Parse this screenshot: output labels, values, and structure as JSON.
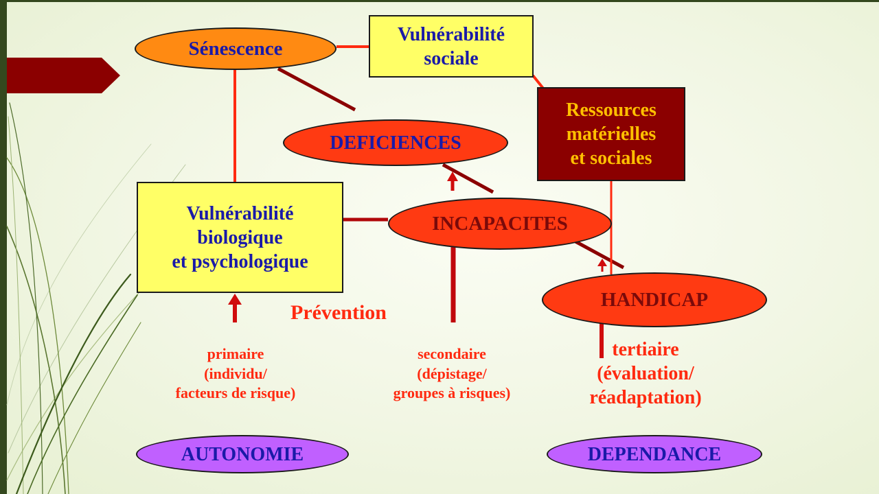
{
  "nodes": {
    "senescence": "Sénescence",
    "vuln_sociale": "Vulnérabilité\nsociale",
    "ressources": "Ressources\nmatérielles\net sociales",
    "deficiences": "DEFICIENCES",
    "vuln_bio": "Vulnérabilité\nbiologique\net psychologique",
    "incapacites": "INCAPACITES",
    "handicap": "HANDICAP",
    "autonomie": "AUTONOMIE",
    "dependance": "DEPENDANCE"
  },
  "labels": {
    "prevention": "Prévention",
    "primaire": "primaire\n(individu/\nfacteurs de risque)",
    "secondaire": "secondaire\n(dépistage/\ngroupes à risques)",
    "tertiaire": "tertiaire\n(évaluation/\nréadaptation)"
  },
  "colors": {
    "accent_red": "#ff2a10",
    "ellipse_red": "#ff3a12",
    "dark_red": "#8b0000",
    "yellow": "#ffff66",
    "orange": "#ff8a12",
    "purple": "#c060ff",
    "navy_text": "#1a1aa8",
    "gold_text": "#ffc000",
    "dark_green": "#34481e"
  }
}
